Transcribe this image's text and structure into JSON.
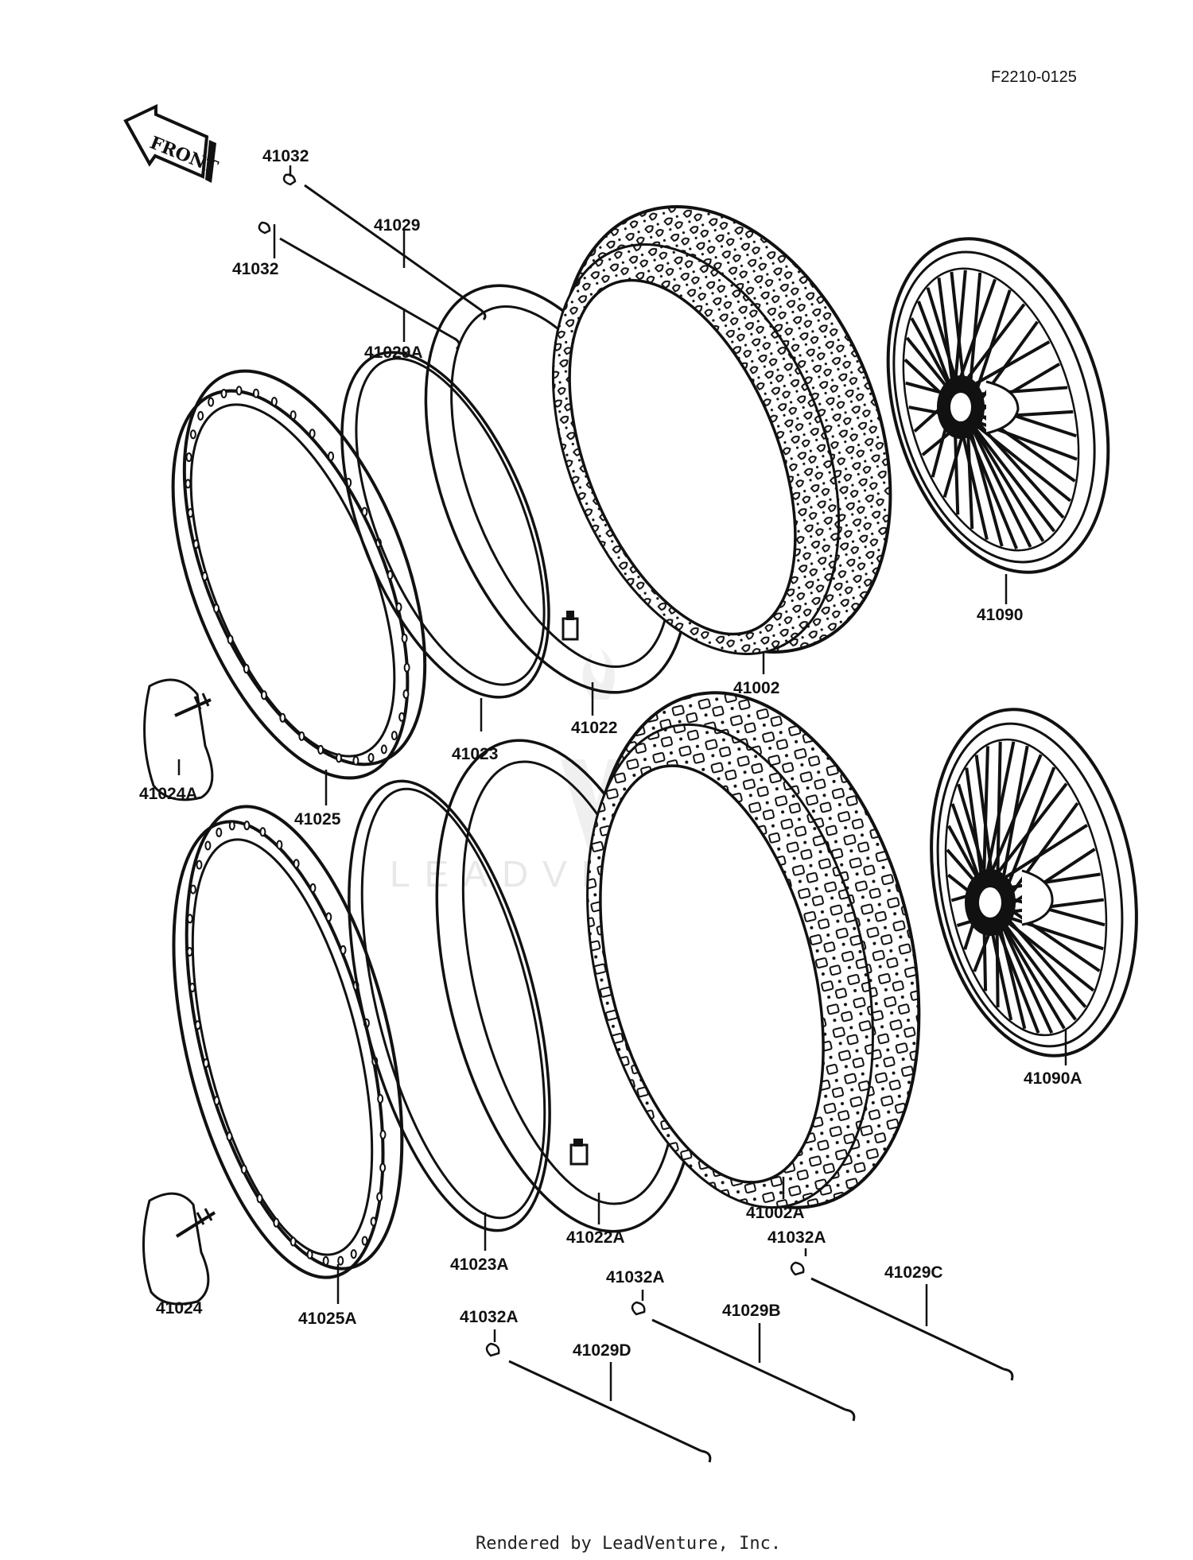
{
  "figure_ref": "F2210-0125",
  "front_arrow_label": "FRONT",
  "watermark": "LEADVENTURE",
  "footer": "Rendered by LeadVenture, Inc.",
  "parts": [
    {
      "id": "41032_top",
      "label": "41032"
    },
    {
      "id": "41032_second",
      "label": "41032"
    },
    {
      "id": "41029",
      "label": "41029"
    },
    {
      "id": "41029A",
      "label": "41029A"
    },
    {
      "id": "41090",
      "label": "41090"
    },
    {
      "id": "41002",
      "label": "41002"
    },
    {
      "id": "41022",
      "label": "41022"
    },
    {
      "id": "41023",
      "label": "41023"
    },
    {
      "id": "41025",
      "label": "41025"
    },
    {
      "id": "41024A",
      "label": "41024A"
    },
    {
      "id": "41090A",
      "label": "41090A"
    },
    {
      "id": "41002A",
      "label": "41002A"
    },
    {
      "id": "41022A",
      "label": "41022A"
    },
    {
      "id": "41023A",
      "label": "41023A"
    },
    {
      "id": "41025A",
      "label": "41025A"
    },
    {
      "id": "41024",
      "label": "41024"
    },
    {
      "id": "41032A_right",
      "label": "41032A"
    },
    {
      "id": "41029C",
      "label": "41029C"
    },
    {
      "id": "41032A_mid",
      "label": "41032A"
    },
    {
      "id": "41029B",
      "label": "41029B"
    },
    {
      "id": "41032A_left",
      "label": "41032A"
    },
    {
      "id": "41029D",
      "label": "41029D"
    }
  ]
}
